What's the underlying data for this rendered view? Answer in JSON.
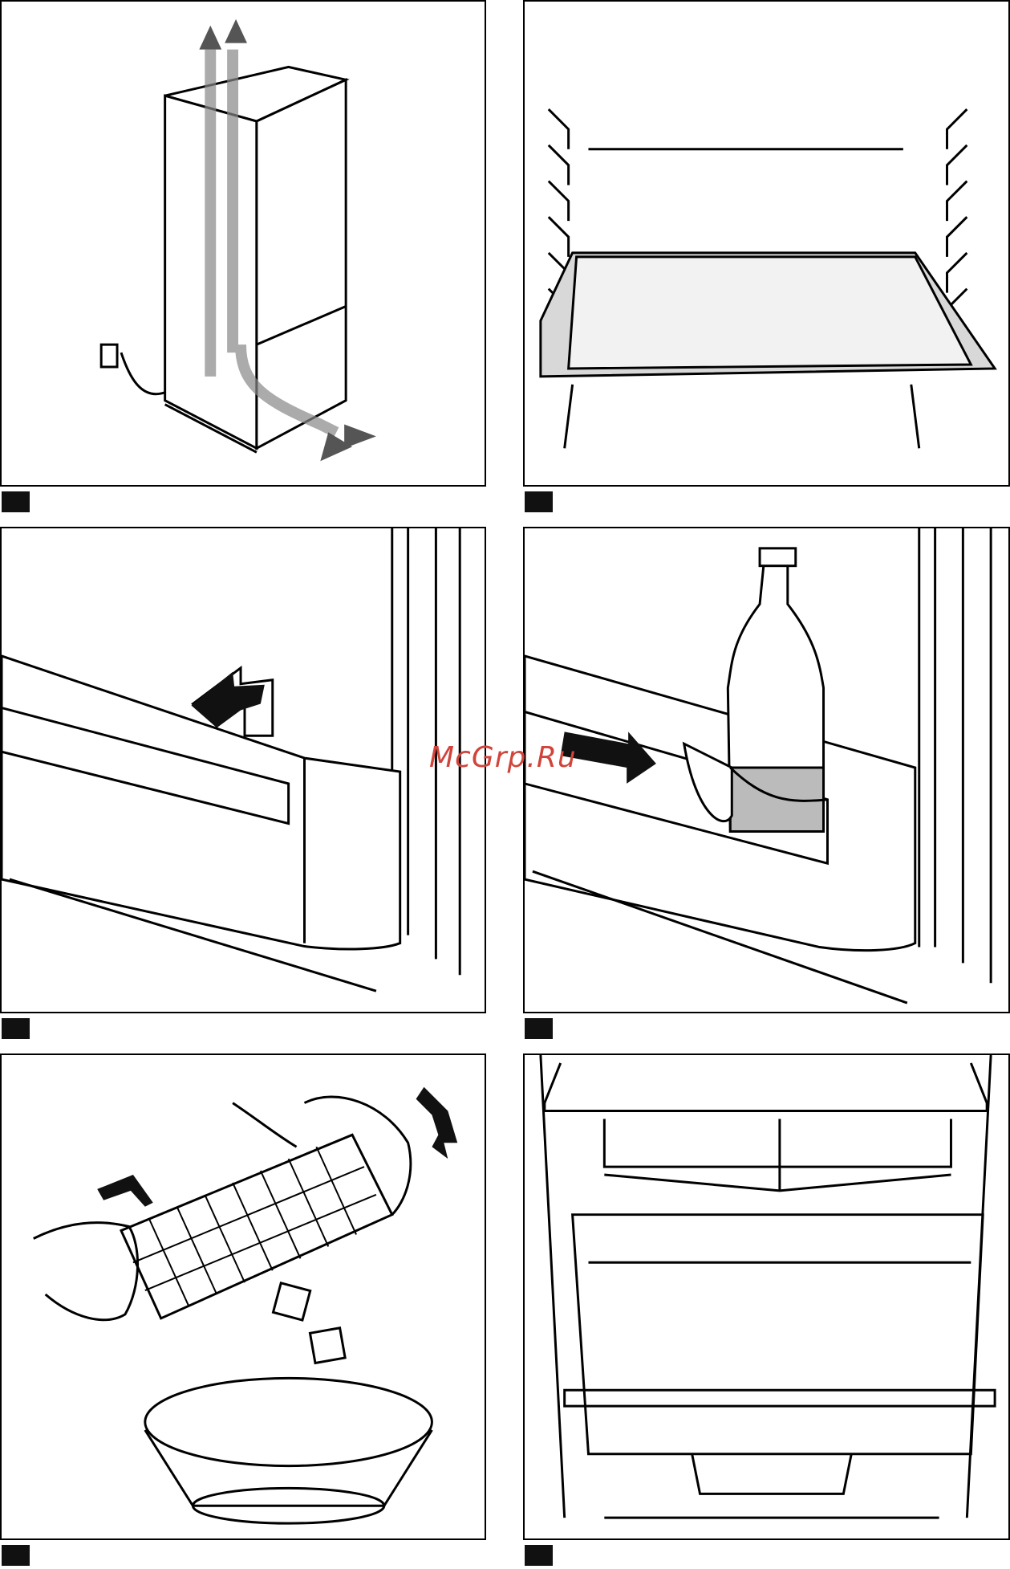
{
  "watermark": {
    "text": "McGrp.Ru",
    "color": "#d0443c"
  },
  "figures": [
    {
      "name": "airflow-ventilation",
      "tag_color": "#111111"
    },
    {
      "name": "glass-shelf-supports",
      "tag_color": "#111111"
    },
    {
      "name": "door-shelf-removal",
      "tag_color": "#111111"
    },
    {
      "name": "bottle-holder-door-shelf",
      "tag_color": "#111111"
    },
    {
      "name": "ice-cube-tray",
      "tag_color": "#111111"
    },
    {
      "name": "freezer-drawers",
      "tag_color": "#111111"
    }
  ]
}
